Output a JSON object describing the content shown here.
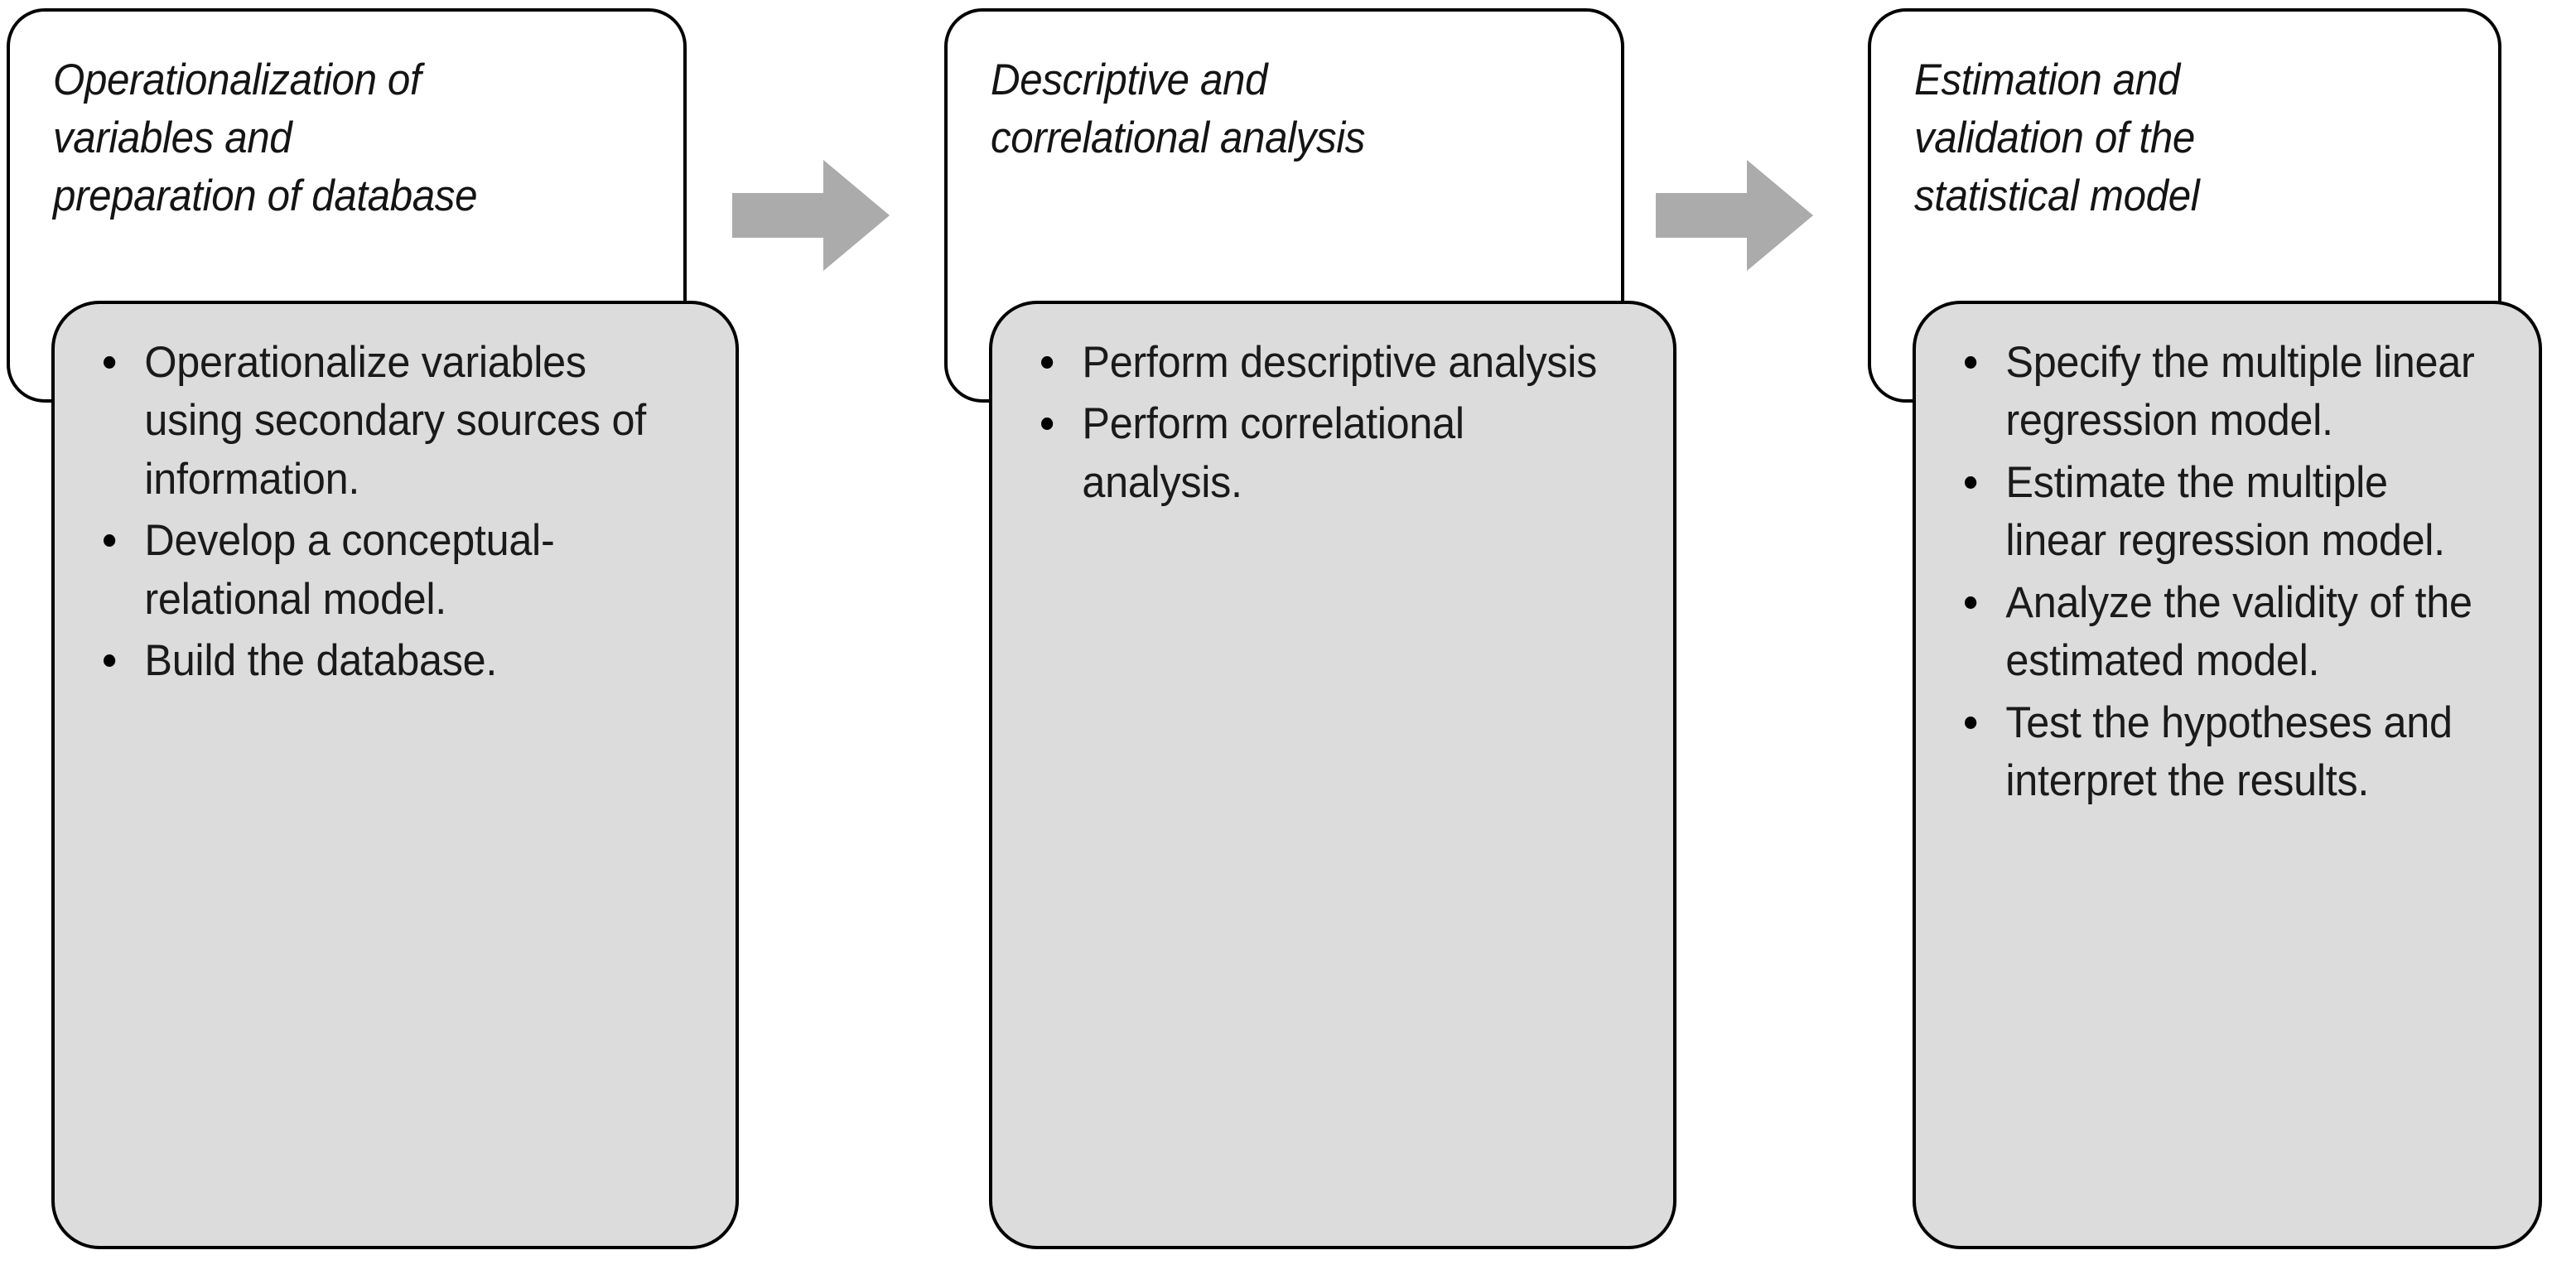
{
  "diagram": {
    "type": "process-flow",
    "orientation": "horizontal",
    "stage_count": 3,
    "colors": {
      "header_fill": "#FFFFFF",
      "body_fill": "#DCDCDC",
      "border": "#000000",
      "arrow_fill": "#AAAAAA",
      "text": "#1A1A1A"
    },
    "stages": [
      {
        "header": "Operationalization of\nvariables and\npreparation of database",
        "bullets": [
          "Operationalize variables using secondary sources of information.",
          "Develop a conceptual-relational model.",
          "Build the database."
        ]
      },
      {
        "header": "Descriptive and\ncorrelational analysis",
        "bullets": [
          "Perform descriptive analysis",
          "Perform correlational analysis."
        ]
      },
      {
        "header": "Estimation and\nvalidation of the\nstatistical model",
        "bullets": [
          "Specify the multiple linear regression model.",
          "Estimate the multiple linear regression model.",
          "Analyze the validity of the estimated model.",
          "Test the hypotheses and interpret the results."
        ]
      }
    ],
    "connectors": [
      {
        "from": 1,
        "to": 2,
        "icon": "right-arrow-icon"
      },
      {
        "from": 2,
        "to": 3,
        "icon": "right-arrow-icon"
      }
    ]
  }
}
